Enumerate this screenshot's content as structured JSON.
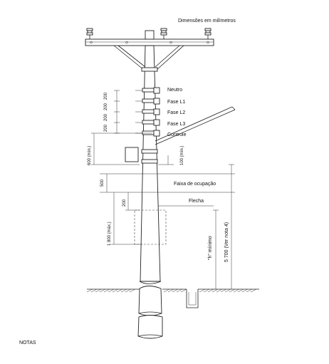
{
  "header": {
    "units_note": "Dimensões em milímetros"
  },
  "labels": {
    "neutro": "Neutro",
    "fase_l1": "Fase L1",
    "fase_l2": "Fase L2",
    "fase_l3": "Fase L3",
    "controle": "Controle",
    "faixa": "Faixa de ocupação",
    "flecha": "Flecha",
    "h_minimo": "\"h\" mínimo",
    "altura_total": "5 700 (Ver nota 4)"
  },
  "dimensions": {
    "d200_a": "200",
    "d200_b": "200",
    "d200_c": "200",
    "d200_d": "200",
    "d600": "600 (mín.)",
    "d100": "100 (mín.)",
    "d500": "500",
    "d200_flecha": "200",
    "d1800": "1 800 (máx.)"
  },
  "footer": {
    "notes_label": "NOTAS"
  }
}
